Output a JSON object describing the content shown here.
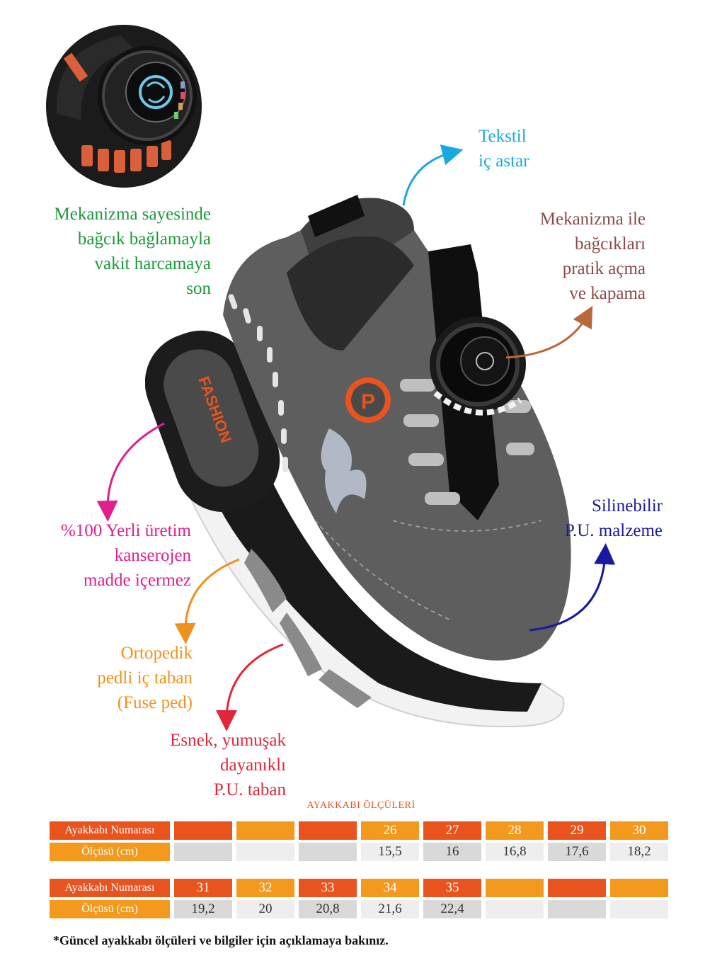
{
  "annotations": {
    "tekstil": {
      "lines": [
        "Tekstil",
        "iç astar"
      ],
      "color": "#1aa9df"
    },
    "mekanizma_left": {
      "lines": [
        "Mekanizma sayesinde",
        "bağcık bağlamayla",
        "vakit harcamaya",
        "son"
      ],
      "color": "#1a9a3a"
    },
    "mekanizma_right": {
      "lines": [
        "Mekanizma ile",
        "bağcıkları",
        "pratik açma",
        "ve kapama"
      ],
      "color": "#8b4a4a"
    },
    "yerli": {
      "lines": [
        "%100 Yerli üretim",
        "kanserojen",
        "madde içermez"
      ],
      "color": "#e0208f"
    },
    "silinebilir": {
      "lines": [
        "Silinebilir",
        "P.U. malzeme"
      ],
      "color": "#1a1aa0"
    },
    "ortopedik": {
      "lines": [
        "Ortopedik",
        "pedli iç taban",
        "(Fuse ped)"
      ],
      "color": "#f0911e"
    },
    "esnek": {
      "lines": [
        "Esnek, yumuşak",
        "dayanıklı",
        "P.U. taban"
      ],
      "color": "#e0283a"
    }
  },
  "shoe": {
    "badge_text": "FASHION",
    "logo_letter": "P"
  },
  "size_chart": {
    "title": "AYAKKABI ÖLÇÜLERİ",
    "row_label_number": "Ayakkabı Numarası",
    "row_label_measure": "Ölçüsü (cm)",
    "table1": {
      "numbers": [
        "",
        "",
        "",
        "26",
        "27",
        "28",
        "29",
        "30"
      ],
      "measures": [
        "",
        "",
        "",
        "15,5",
        "16",
        "16,8",
        "17,6",
        "18,2"
      ]
    },
    "table2": {
      "numbers": [
        "31",
        "32",
        "33",
        "34",
        "35",
        "",
        "",
        ""
      ],
      "measures": [
        "19,2",
        "20",
        "20,8",
        "21,6",
        "22,4",
        "",
        "",
        ""
      ]
    }
  },
  "footnote": "*Güncel ayakkabı ölçüleri ve bilgiler için açıklamaya bakınız."
}
